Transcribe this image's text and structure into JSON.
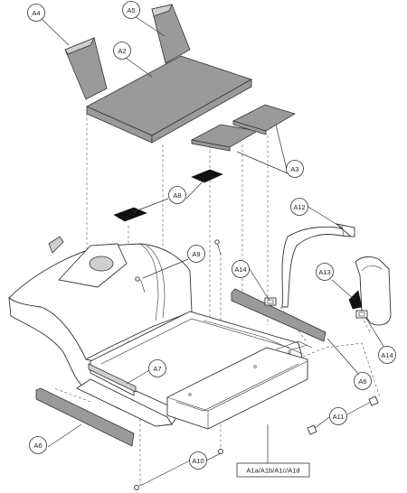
{
  "callouts": {
    "A1": "A1a/A1b/A1c/A1d",
    "A2": "A2",
    "A3": "A3",
    "A4": "A4",
    "A5": "A5",
    "A6_left": "A6",
    "A6_right": "A6",
    "A7": "A7",
    "A8": "A8",
    "A9": "A9",
    "A10": "A10",
    "A11": "A11",
    "A12": "A12",
    "A13": "A13",
    "A14_top": "A14",
    "A14_bottom": "A14"
  },
  "colors": {
    "part_fill": "#9a9a9a",
    "line": "#333333",
    "background": "#ffffff"
  }
}
